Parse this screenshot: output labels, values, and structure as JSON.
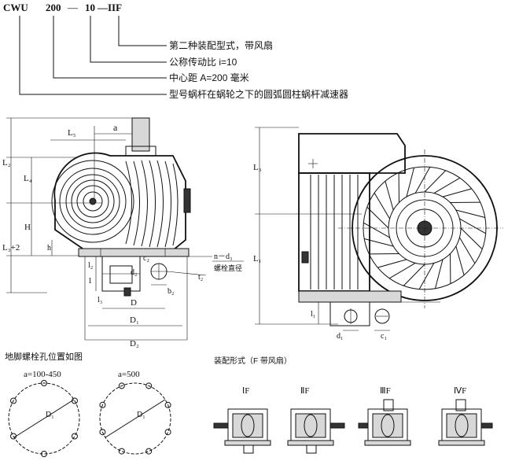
{
  "model_code": {
    "part1": "CWU",
    "part2": "200",
    "dash1": "—",
    "part3": "10",
    "part4": "—IIF",
    "notes": [
      "第二种装配型式，带风扇",
      "公称传动比 i=10",
      "中心距 A=200 毫米",
      "型号蜗杆在蜗轮之下的圆弧圆柱蜗杆减速器"
    ]
  },
  "front_view": {
    "labels": {
      "L5": "L₅",
      "a": "a",
      "L2": "L₂",
      "L4": "L₄",
      "H": "H",
      "L3p2": "L₃+2",
      "h": "h",
      "n_d3": "n－d₃",
      "bolt_dia": "螺栓直径",
      "c2": "c₂",
      "t2": "t₂",
      "d2": "d₂",
      "b2": "b₂",
      "l2": "l₂",
      "l": "1",
      "D": "D",
      "D1": "D₁",
      "D2": "D₂",
      "l3": "l₃"
    }
  },
  "side_view": {
    "labels": {
      "L3": "L₃",
      "L1": "L₁",
      "l1": "l₁",
      "d1": "d₁",
      "c1": "c₁"
    }
  },
  "bolt_holes": {
    "title": "地脚螺栓孔位置如图",
    "left_label": "a=100-450",
    "right_label": "a=500",
    "diameter_label": "D₁"
  },
  "assembly": {
    "title": "装配形式（F 带风扇）",
    "forms": [
      "ⅠF",
      "ⅡF",
      "ⅢF",
      "ⅣF"
    ]
  }
}
